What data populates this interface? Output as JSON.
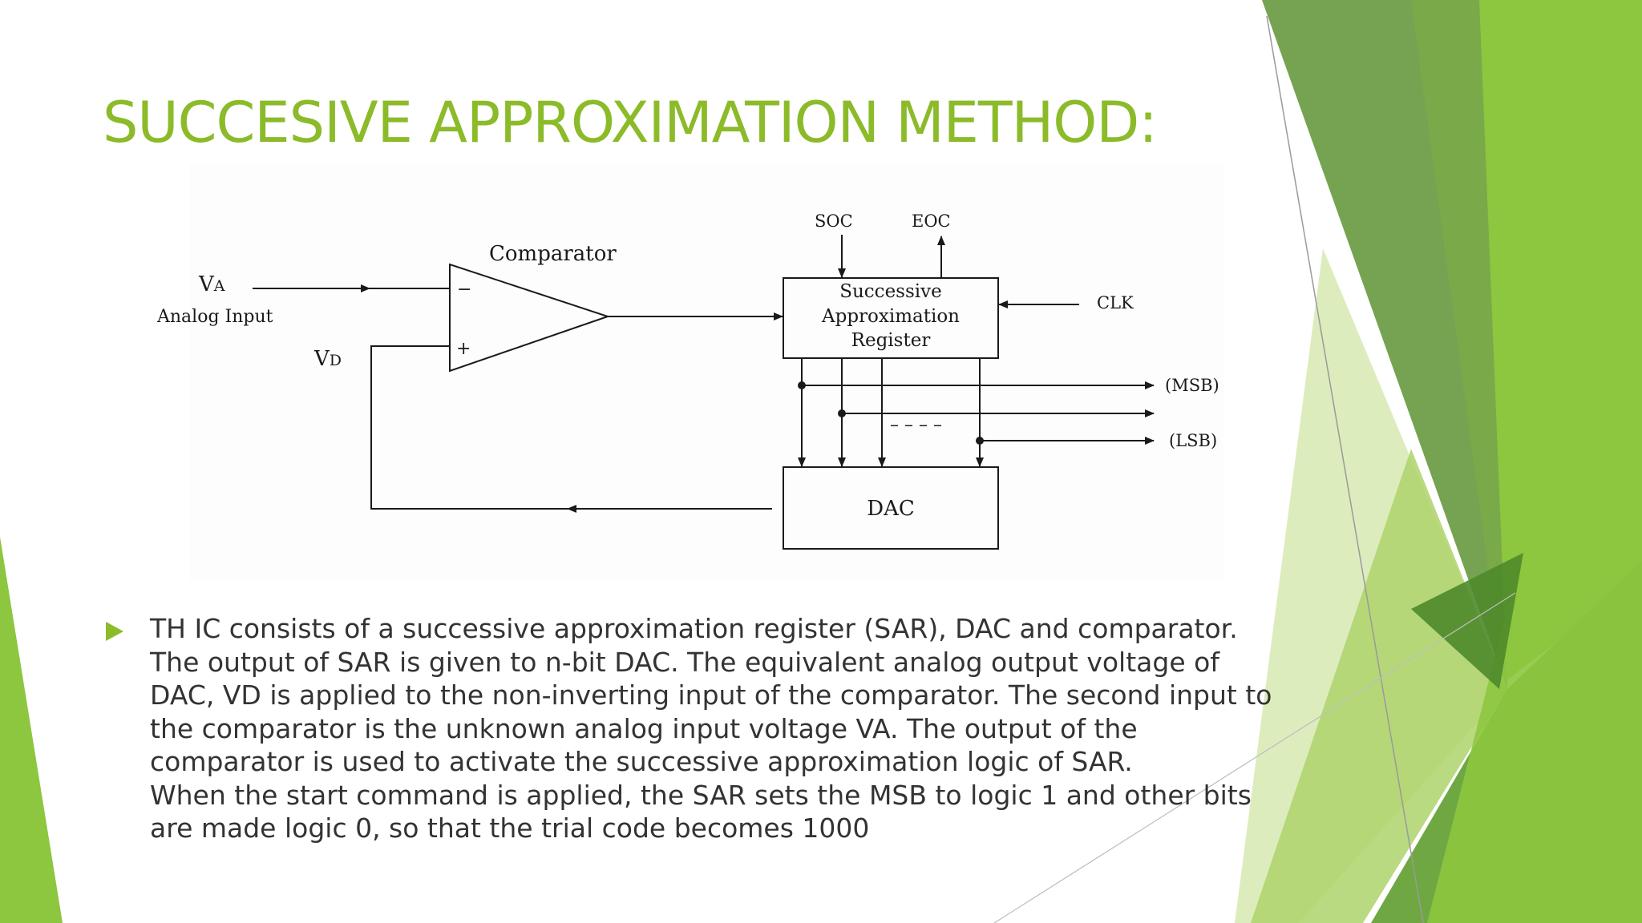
{
  "slide": {
    "title": "SUCCESIVE APPROXIMATION METHOD:",
    "accent_color": "#8cbb2a",
    "bullet_icon": "triangle-bullet-icon",
    "paragraph_1": "TH IC consists of a successive approximation register (SAR), DAC and comparator. The output of SAR is given to n-bit DAC. The equivalent analog output voltage of DAC, VD is applied to the non-inverting input of the comparator. The second input to the comparator is the unknown analog input voltage VA. The output of the comparator is used to activate the successive approximation logic of SAR.",
    "paragraph_2": "When the start command is applied, the SAR sets the MSB to logic 1 and other bits are made logic 0, so that the trial code becomes 1000"
  },
  "diagram": {
    "comparator_label": "Comparator",
    "minus_sign": "−",
    "plus_sign": "+",
    "va_main": "V",
    "va_sub": "A",
    "analog_input": "Analog Input",
    "vd_main": "V",
    "vd_sub": "D",
    "soc": "SOC",
    "eoc": "EOC",
    "clk": "CLK",
    "sar_line1": "Successive",
    "sar_line2": "Approximation",
    "sar_line3": "Register",
    "dac": "DAC",
    "msb": "(MSB)",
    "lsb": "(LSB)",
    "dashes": "– – – –"
  }
}
